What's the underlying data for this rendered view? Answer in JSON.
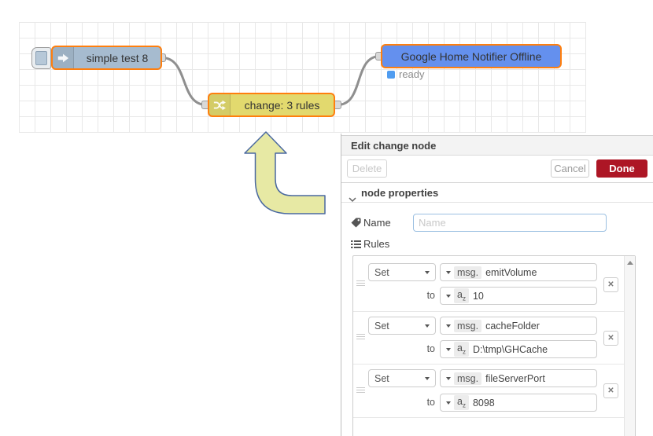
{
  "flow": {
    "inject_node": {
      "label": "simple test 8"
    },
    "change_node": {
      "label": "change: 3 rules"
    },
    "output_node": {
      "label": "Google Home Notifier Offline",
      "status_text": "ready"
    }
  },
  "editor": {
    "title": "Edit change node",
    "delete_label": "Delete",
    "cancel_label": "Cancel",
    "done_label": "Done",
    "section_label": "node properties",
    "name_label": "Name",
    "name_placeholder": "Name",
    "name_value": "",
    "rules_label": "Rules",
    "rules": [
      {
        "action": "Set",
        "prefix": "msg.",
        "property": "emitVolume",
        "to": "to",
        "type": "string",
        "value": "10"
      },
      {
        "action": "Set",
        "prefix": "msg.",
        "property": "cacheFolder",
        "to": "to",
        "type": "string",
        "value": "D:\\tmp\\GHCache"
      },
      {
        "action": "Set",
        "prefix": "msg.",
        "property": "fileServerPort",
        "to": "to",
        "type": "string",
        "value": "8098"
      }
    ]
  },
  "colors": {
    "selection_border": "#ff7f0e",
    "inject_node": "#a6bbcf",
    "change_node": "#e2d96e",
    "output_node": "#6490ee",
    "status_dot": "#4f9cf0",
    "done_button": "#AD1625",
    "arrow_fill": "#e7e9a4",
    "arrow_stroke": "#4a69a0"
  }
}
